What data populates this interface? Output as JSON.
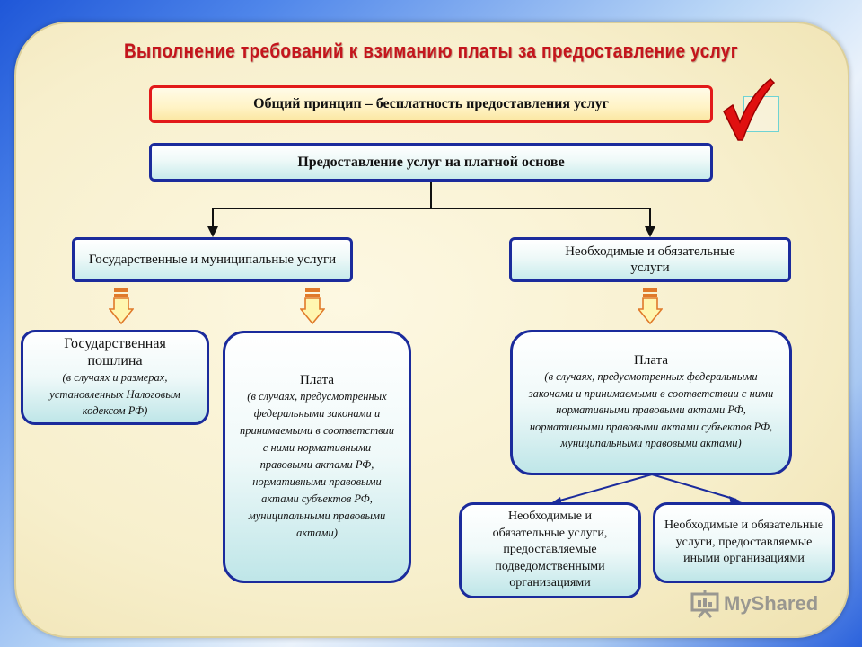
{
  "slide": {
    "title": "Выполнение требований к взиманию платы за предоставление услуг",
    "principle": "Общий принцип – бесплатность предоставления услуг",
    "paid_basis": "Предоставление услуг на платной основе",
    "left_branch": "Государственные и муниципальные услуги",
    "right_branch": "Необходимые и обязательные услуги",
    "duty": {
      "title": "Государственная пошлина",
      "note": "(в случаях и размерах, установленных Налоговым кодексом РФ)"
    },
    "fee_left": {
      "title": "Плата",
      "note": "(в случаях, предусмотренных федеральными законами и принимаемыми в соответствии с ними нормативными правовыми актами РФ, нормативными правовыми актами субъектов РФ, муниципальными правовыми актами)"
    },
    "fee_right": {
      "title": "Плата",
      "note": "(в случаях, предусмотренных федеральными законами и принимаемыми в соответствии с ними нормативными правовыми актами РФ, нормативными правовыми актами субъектов РФ, муниципальными правовыми актами)"
    },
    "sub_left": "Необходимые и обязательные услуги, предоставляемые подведомственными организациями",
    "sub_right": "Необходимые и обязательные услуги, предоставляемые иными организациями"
  },
  "watermark": {
    "brand": "MyShared"
  },
  "colors": {
    "title": "#c4151c",
    "box_border": "#1b2b9c",
    "principle_border": "#e21a1a",
    "checkmark": "#e01010",
    "arrow_fill": "#fff6b0",
    "arrow_stroke": "#e07a2a"
  },
  "icons": [
    "checkmark-icon",
    "down-arrow-icon",
    "presentation-icon"
  ]
}
